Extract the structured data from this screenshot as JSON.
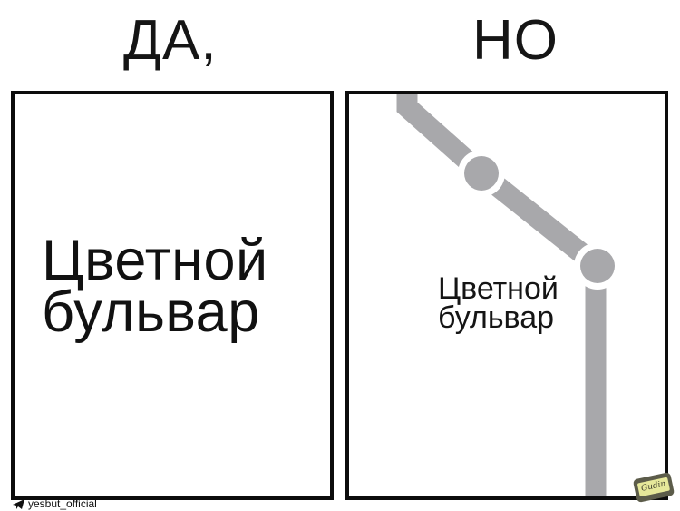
{
  "headings": {
    "left": "ДА,",
    "right": "НО"
  },
  "panels": {
    "left": {
      "line1": "Цветной",
      "line2": "бульвар"
    },
    "right": {
      "line1": "Цветной",
      "line2": "бульвар",
      "metro_line_color": "#a8a8ab",
      "stations": 2
    }
  },
  "credit": {
    "icon": "telegram-icon",
    "handle": "yesbut_official"
  },
  "signature": {
    "text": "Gudin"
  },
  "colors": {
    "border": "#0c0c0c",
    "background": "#ffffff",
    "metro_line": "#a8a8ab"
  }
}
